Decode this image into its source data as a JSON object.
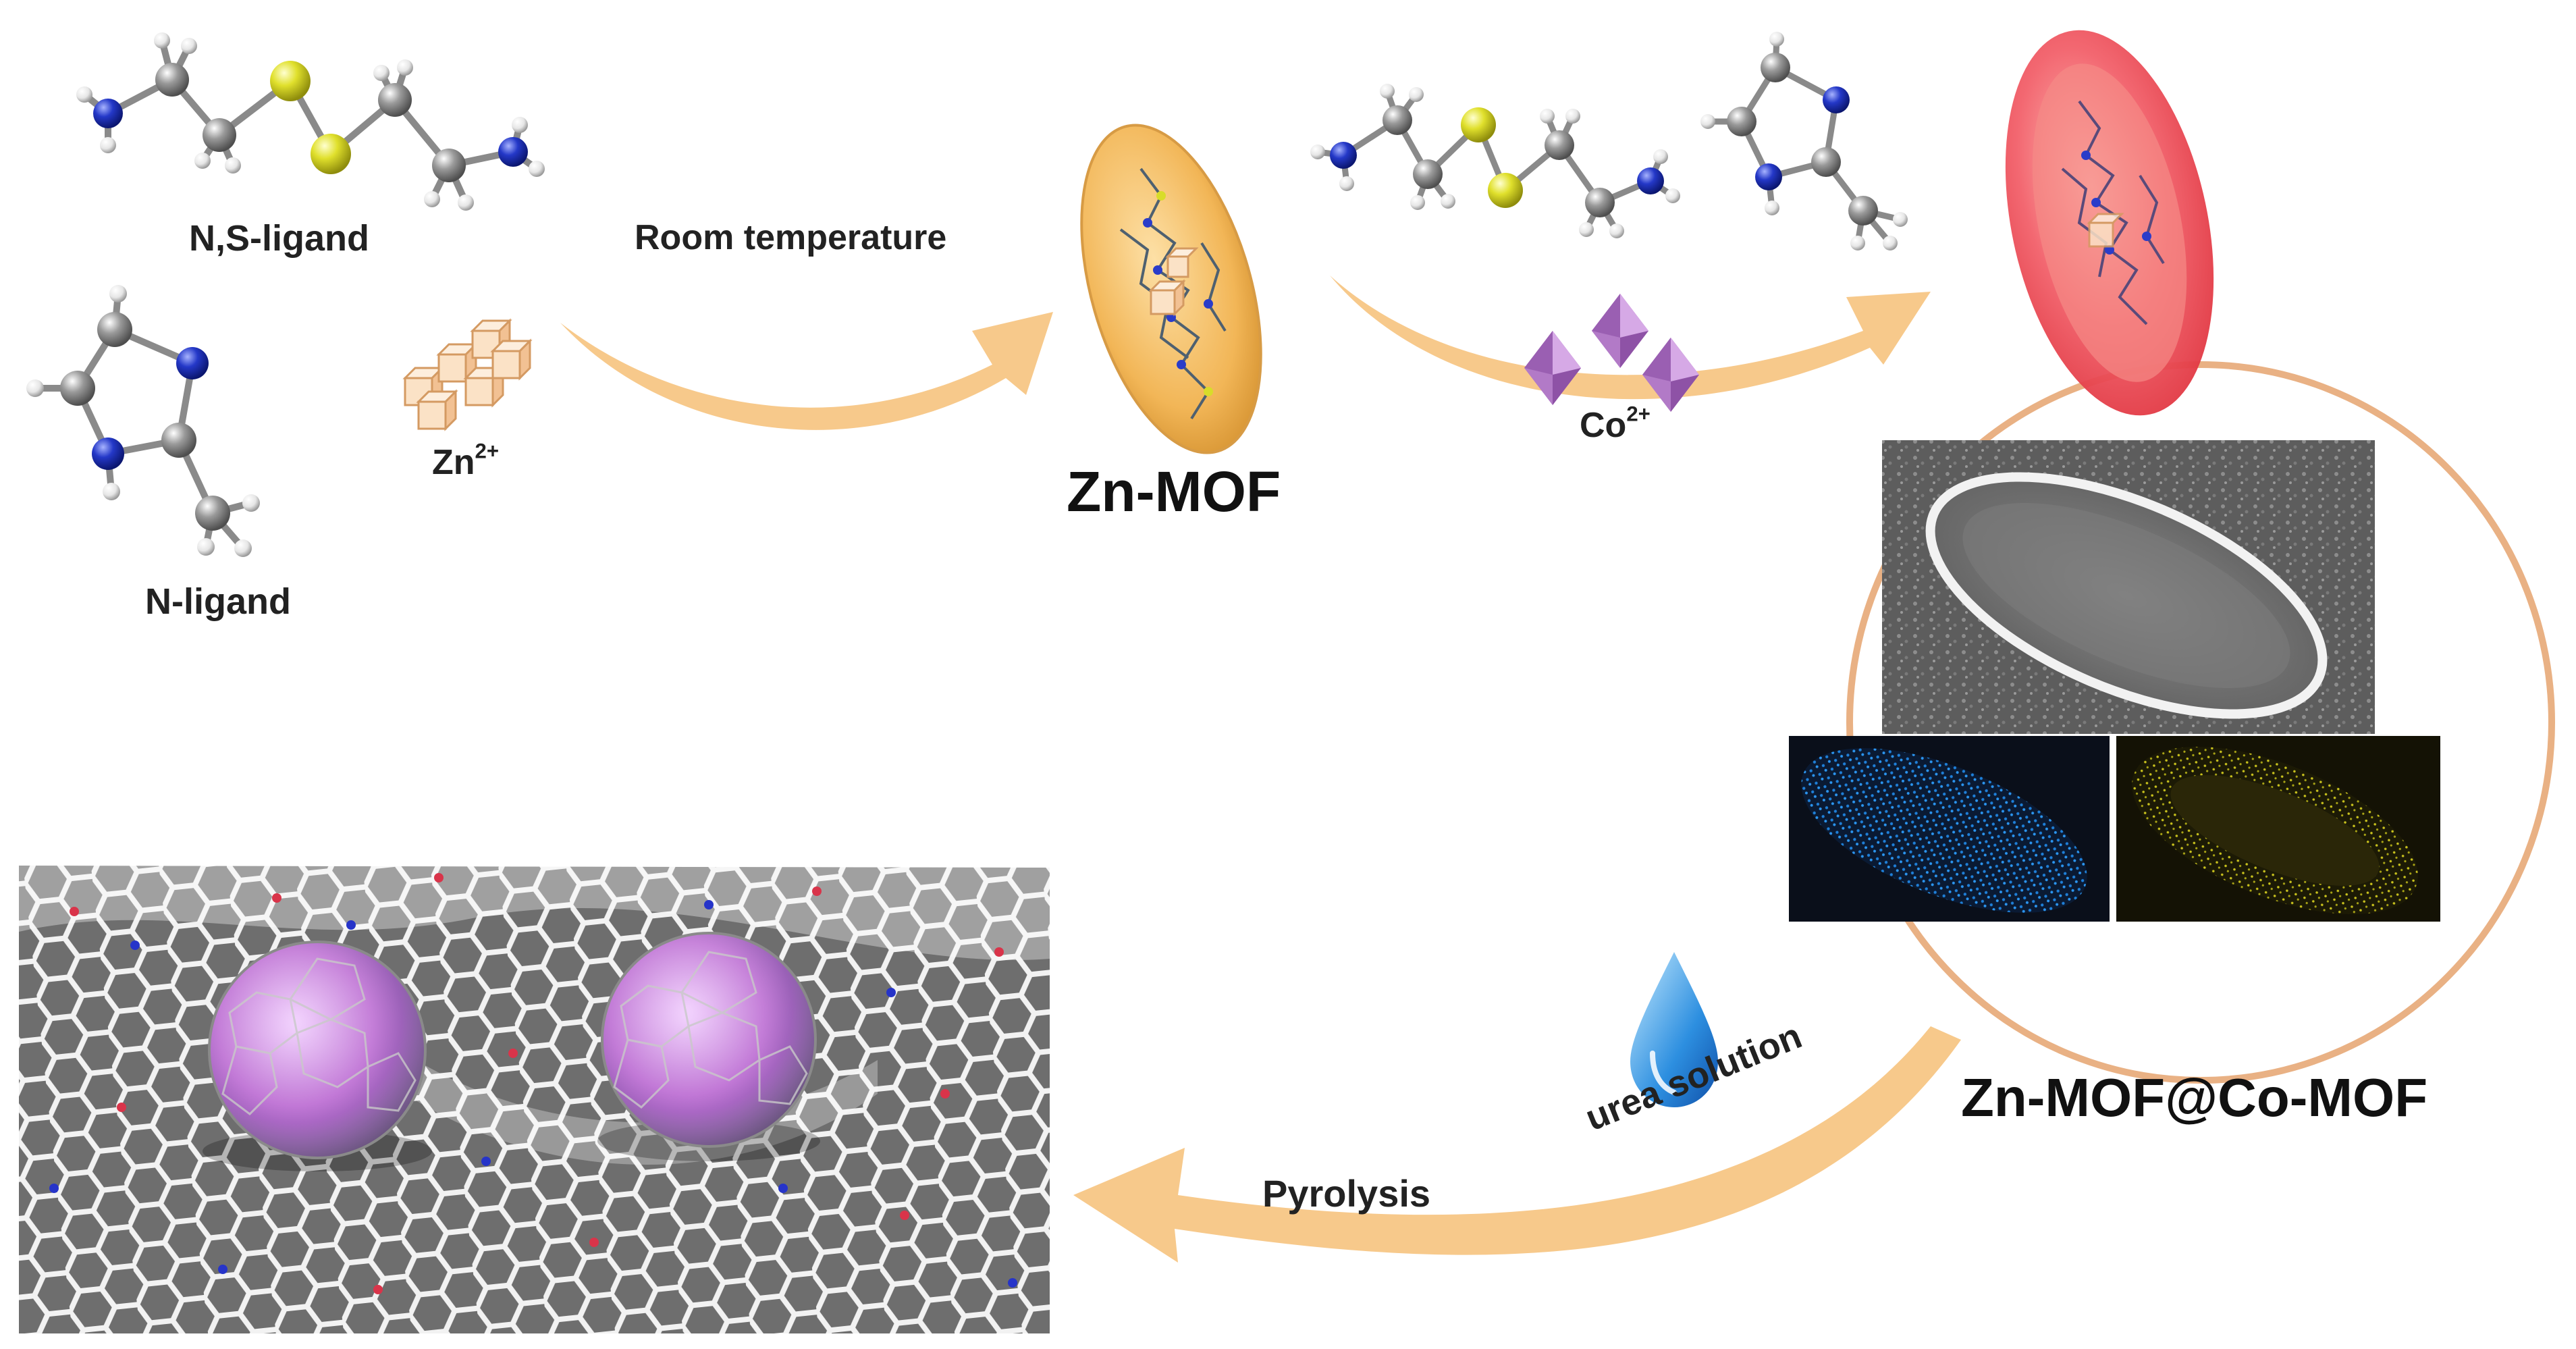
{
  "labels": {
    "ns_ligand": "N,S-ligand",
    "n_ligand": "N-ligand",
    "zn_ion_base": "Zn",
    "zn_ion_charge": "2+",
    "room_temperature": "Room temperature",
    "zn_mof": "Zn-MOF",
    "co_ion_base": "Co",
    "co_ion_charge": "2+",
    "zn_mof_co_mof": "Zn-MOF@Co-MOF",
    "urea_solution": "urea solution",
    "pyrolysis": "Pyrolysis"
  },
  "colors": {
    "arrow": "#f7c98b",
    "carbon": "#8c8c8c",
    "sulfur": "#d8dc2a",
    "nitrogen": "#2a3cc9",
    "hydrogen": "#f0f0f0",
    "zn_mof_ellipse": "#f2b657",
    "co_mof_ellipse": "#f2606a",
    "circle_outline": "#e9b184",
    "co_octahedron": "#b27ac7",
    "zn_cube": "#f7cfa8",
    "eds_blue": "#1e7fd8",
    "eds_yellow": "#c9c21d",
    "sphere_core": "#b84fd6",
    "droplet": "#2d8fe0"
  },
  "icons": [
    "ns-ligand-molecule-icon",
    "n-ligand-molecule-icon",
    "zn-cubes-icon",
    "co-octahedra-icon",
    "zn-mof-ellipsoid-icon",
    "zn-mof-co-mof-ellipsoid-icon",
    "sem-image",
    "eds-map-blue",
    "eds-map-yellow",
    "water-droplet-icon",
    "carbon-sheet-icon"
  ]
}
